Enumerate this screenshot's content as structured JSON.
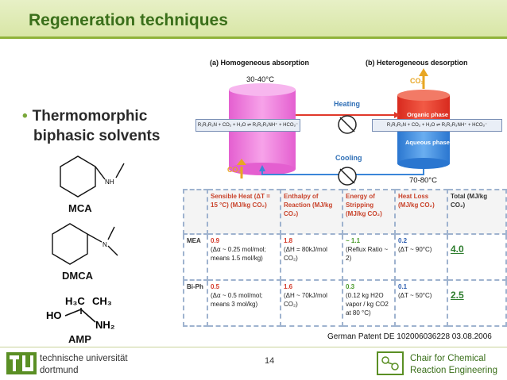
{
  "slide": {
    "title": "Regeneration techniques",
    "page_number": "14"
  },
  "bullet": {
    "line1": "Thermomorphic",
    "line2": "biphasic solvents"
  },
  "molecules": [
    {
      "label": "MCA",
      "atom": "NH"
    },
    {
      "label": "DMCA",
      "atom": "N"
    },
    {
      "label": "AMP",
      "h3c": "H₃C",
      "ch3": "CH₃",
      "ho": "HO",
      "nh2": "NH₂"
    }
  ],
  "diagram": {
    "title_a": "(a) Homogeneous absorption",
    "title_b": "(b) Heterogeneous desorption",
    "temp_a": "30-40°C",
    "temp_b": "70-80°C",
    "heating": "Heating",
    "cooling": "Cooling",
    "co2_out": "CO₂",
    "co2_in": "CO₂",
    "reaction_a": "R₁R₂R₃N + CO₂ + H₂O ⇌ R₁R₂R₃NH⁺ + HCO₃⁻",
    "reaction_b": "R₁R₂R₃N + CO₂ + H₂O ⇌ R₁R₂R₃NH⁺ + HCO₃⁻",
    "organic_phase": "Organic phase",
    "aqueous_phase": "Aqueous phase",
    "colors": {
      "pink": "#f07ad8",
      "red": "#e0382a",
      "blue": "#3a86d9"
    }
  },
  "table": {
    "headers": [
      "",
      "Sensible Heat (ΔT = 15 °C) (MJ/kg CO₂)",
      "Enthalpy of Reaction (MJ/kg CO₂)",
      "Energy of Stripping (MJ/kg CO₂)",
      "Heat Loss (MJ/kg CO₂)",
      "Total (MJ/kg CO₂)"
    ],
    "rows": [
      {
        "label": "MEA",
        "c1v": "0.9",
        "c1n": "(Δα ~ 0.25 mol/mol; means 1.5 mol/kg)",
        "c2v": "1.8",
        "c2n": "(ΔH = 80kJ/mol CO₂)",
        "c3v": "~ 1.1",
        "c3n": "(Reflux Ratio ~ 2)",
        "c4v": "0.2",
        "c4n": "(ΔT ~ 90°C)",
        "total": "4.0"
      },
      {
        "label": "Bi-Ph",
        "c1v": "0.5",
        "c1n": "(Δα ~ 0.5 mol/mol; means 3 mol/kg)",
        "c2v": "1.6",
        "c2n": "(ΔH ~ 70kJ/mol CO₂)",
        "c3v": "0.3",
        "c3n": "(0.12 kg H2O vapor / kg CO2 at 80 °C)",
        "c4v": "0.1",
        "c4n": "(ΔT ~ 50°C)",
        "total": "2.5"
      }
    ]
  },
  "patent": "German Patent DE 102006036228 03.08.2006",
  "footer": {
    "uni_line1": "technische universität",
    "uni_line2": "dortmund",
    "chair_line1": "Chair for Chemical",
    "chair_line2": "Reaction Engineering"
  }
}
